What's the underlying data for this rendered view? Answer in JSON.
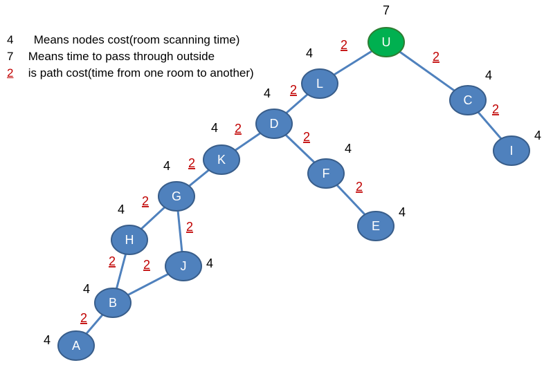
{
  "legend": [
    {
      "key": "4",
      "key_color": "#000000",
      "text": "Means nodes cost(room scanning time)"
    },
    {
      "key": "7",
      "key_color": "#000000",
      "text": "Means time to pass through outside"
    },
    {
      "key": "2",
      "key_color": "#c00000",
      "text": "is path cost(time from one room to another)"
    }
  ],
  "colors": {
    "node_fill": "#4f81bd",
    "node_stroke": "#385d8a",
    "start_fill": "#00b050",
    "start_stroke": "#2e7d32",
    "edge": "#4f81bd",
    "path_cost": "#c00000",
    "node_cost": "#000000"
  },
  "nodes": [
    {
      "id": "U",
      "cost": "7",
      "start": true
    },
    {
      "id": "L",
      "cost": "4"
    },
    {
      "id": "C",
      "cost": "4"
    },
    {
      "id": "I",
      "cost": "4"
    },
    {
      "id": "D",
      "cost": "4"
    },
    {
      "id": "K",
      "cost": "4"
    },
    {
      "id": "F",
      "cost": "4"
    },
    {
      "id": "E",
      "cost": "4"
    },
    {
      "id": "G",
      "cost": "4"
    },
    {
      "id": "H",
      "cost": "4"
    },
    {
      "id": "J",
      "cost": "4"
    },
    {
      "id": "B",
      "cost": "4"
    },
    {
      "id": "A",
      "cost": "4"
    }
  ],
  "edges": [
    {
      "from": "U",
      "to": "L",
      "cost": "2"
    },
    {
      "from": "U",
      "to": "C",
      "cost": "2"
    },
    {
      "from": "C",
      "to": "I",
      "cost": "2"
    },
    {
      "from": "L",
      "to": "D",
      "cost": "2"
    },
    {
      "from": "D",
      "to": "K",
      "cost": "2"
    },
    {
      "from": "D",
      "to": "F",
      "cost": "2"
    },
    {
      "from": "F",
      "to": "E",
      "cost": "2"
    },
    {
      "from": "K",
      "to": "G",
      "cost": "2"
    },
    {
      "from": "G",
      "to": "H",
      "cost": "2"
    },
    {
      "from": "G",
      "to": "J",
      "cost": "2"
    },
    {
      "from": "H",
      "to": "B",
      "cost": "2"
    },
    {
      "from": "J",
      "to": "B",
      "cost": "2"
    },
    {
      "from": "B",
      "to": "A",
      "cost": "2"
    }
  ]
}
